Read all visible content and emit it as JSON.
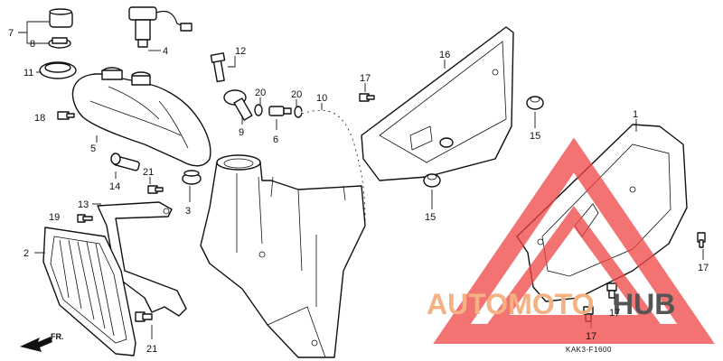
{
  "diagram": {
    "callouts": [
      "7",
      "8",
      "4",
      "11",
      "12",
      "16",
      "17",
      "1",
      "5",
      "18",
      "20",
      "20",
      "10",
      "9",
      "6",
      "15",
      "15",
      "14",
      "21",
      "3",
      "13",
      "19",
      "2",
      "21",
      "17",
      "17",
      "17"
    ],
    "figure_code": "KAK3-F1600",
    "direction_label": "FR."
  },
  "watermark": {
    "part1": "AUTOMOTO",
    "part2": "HUB",
    "color1": "#f4b183",
    "color2": "#555555",
    "triangle_color": "#ef4444"
  }
}
